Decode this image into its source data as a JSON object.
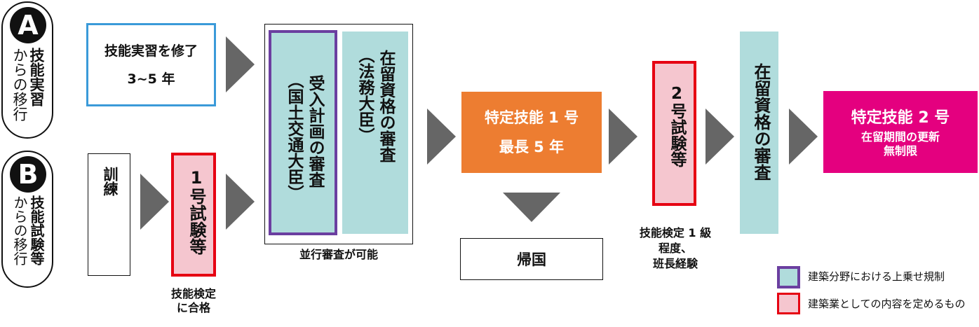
{
  "routes": {
    "a": {
      "badge": "A",
      "line1": "技能実習",
      "line2": "からの移行"
    },
    "b": {
      "badge": "B",
      "line1": "技能試験等",
      "line2": "からの移行"
    }
  },
  "boxes": {
    "training_complete": {
      "line1": "技能実習を修了",
      "line2": "3~5 年"
    },
    "training": "訓練",
    "exam1": "1号試験等",
    "exam1_caption_1": "技能検定",
    "exam1_caption_2": "に合格",
    "acceptance_review": {
      "line1": "受入計画の審査",
      "line2": "（国土交通大臣）"
    },
    "residence_review_a": {
      "line1": "在留資格の審査",
      "line2": "（法務大臣）"
    },
    "parallel_caption": "並行審査が可能",
    "ssw1": {
      "line1": "特定技能 1 号",
      "line2": "最長 5 年"
    },
    "return_home": "帰国",
    "exam2": "2号試験等",
    "exam2_caption": [
      "技能検定 1 級",
      "程度、",
      "班長経験"
    ],
    "residence_review_b": "在留資格の審査",
    "ssw2": {
      "line1": "特定技能 2 号",
      "line2": "在留期間の更新",
      "line3": "無制限"
    }
  },
  "legend": [
    {
      "label": "建築分野における上乗せ規制",
      "border": "#6b3fa0",
      "fill": "#b0dcdc"
    },
    {
      "label": "建築業としての内容を定めるもの",
      "border": "#e60012",
      "fill": "#f5c6cf"
    }
  ],
  "colors": {
    "blue": "#3a9ad9",
    "orange": "#ed7d31",
    "magenta": "#e4007f",
    "arrow": "#666666"
  }
}
